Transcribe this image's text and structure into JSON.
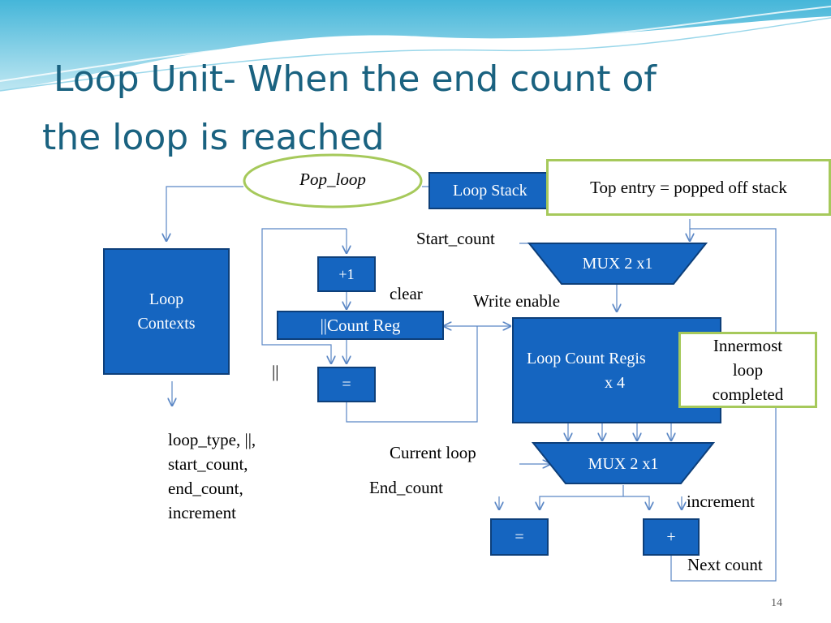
{
  "slide": {
    "title_line1": " Loop Unit- When the end count of",
    "title_line2": "the loop is reached",
    "page_number": "14"
  },
  "diagram": {
    "pop_loop": "Pop_loop",
    "loop_stack": "Loop Stack",
    "top_entry_note": "Top entry = popped off stack",
    "loop_contexts_line1": "Loop",
    "loop_contexts_line2": "Contexts",
    "plus_one": "+1",
    "count_reg": "||Count Reg",
    "eq_small": "=",
    "clear": "clear",
    "parallel": "||",
    "start_count": "Start_count",
    "mux_top": "MUX 2 x1",
    "write_enable": "Write enable",
    "loop_count_reg_line1": "Loop Count Regis",
    "loop_count_reg_line2": "x 4",
    "innermost_line1": "Innermost",
    "innermost_line2": "loop",
    "innermost_line3": "completed",
    "outputs": [
      "loop_type, ||,",
      "start_count,",
      "end_count,",
      "increment"
    ],
    "current_loop": "Current loop",
    "mux_bottom": "MUX 2 x1",
    "end_count": "End_count",
    "increment": "increment",
    "eq_bottom": "=",
    "plus_bottom": "+",
    "next_count": "Next count"
  },
  "colors": {
    "title": "#1a6280",
    "box_fill": "#1565c0",
    "note_border": "#a6c95b",
    "line": "#5b87c5"
  }
}
